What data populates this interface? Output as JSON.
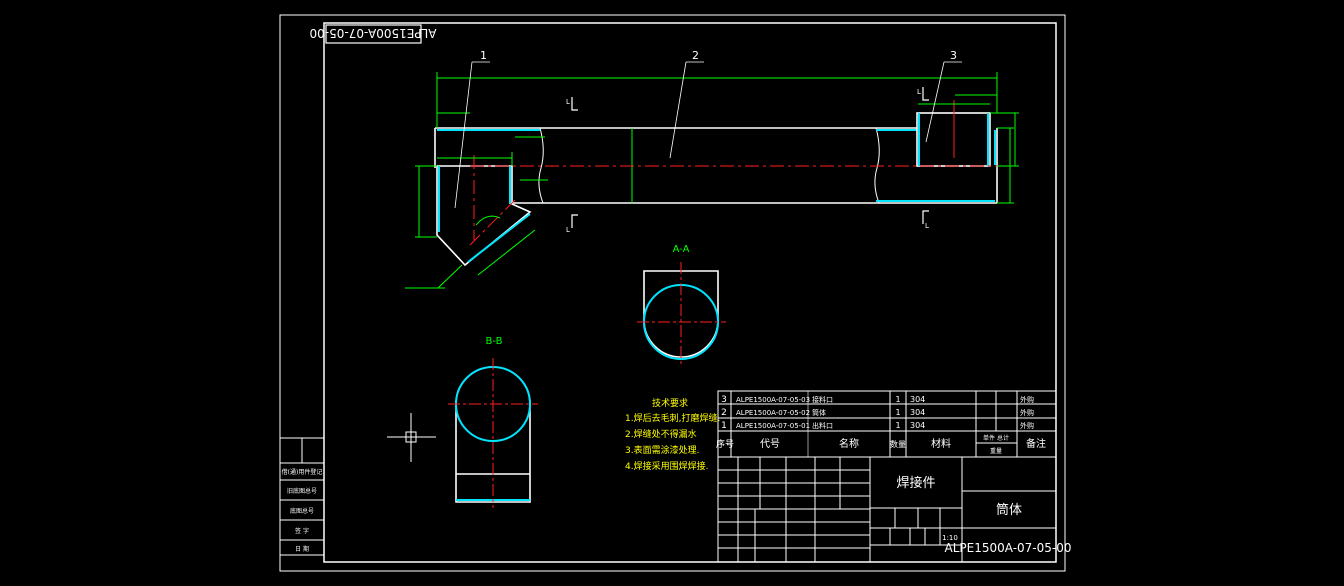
{
  "drawing_code_stamp": "ALPE1500A-07-05-00",
  "drawing_number": "ALPE1500A-07-05-00",
  "part_callouts": [
    "1",
    "2",
    "3"
  ],
  "section_labels": {
    "a": "A-A",
    "b": "B-B"
  },
  "section_marks": [
    "L",
    "L",
    "L",
    "L"
  ],
  "tech_requirements": {
    "title": "技术要求",
    "items": [
      "1.焊后去毛刺,打磨焊缝.",
      "2.焊缝处不得漏水",
      "3.表面需涂漆处理.",
      "4.焊接采用围焊焊接."
    ]
  },
  "bom": {
    "rows": [
      {
        "no": "3",
        "code": "ALPE1500A-07-05-03",
        "name": "接料口",
        "qty": "1",
        "material": "304",
        "note": "外购"
      },
      {
        "no": "2",
        "code": "ALPE1500A-07-05-02",
        "name": "筒体",
        "qty": "1",
        "material": "304",
        "note": "外购"
      },
      {
        "no": "1",
        "code": "ALPE1500A-07-05-01",
        "name": "出料口",
        "qty": "1",
        "material": "304",
        "note": "外购"
      }
    ],
    "header": {
      "no": "序号",
      "code": "代号",
      "name": "名称",
      "qty": "数量",
      "material": "材料",
      "weight": "单件 总计",
      "weight_sub": "重量",
      "note": "备注"
    }
  },
  "title_block": {
    "type_text": "焊接件",
    "part_name": "筒体",
    "scale": "1:10"
  },
  "left_strip_labels": [
    "借(通)用件登记",
    "旧底图总号",
    "底图总号",
    "签 字",
    "日 期"
  ]
}
